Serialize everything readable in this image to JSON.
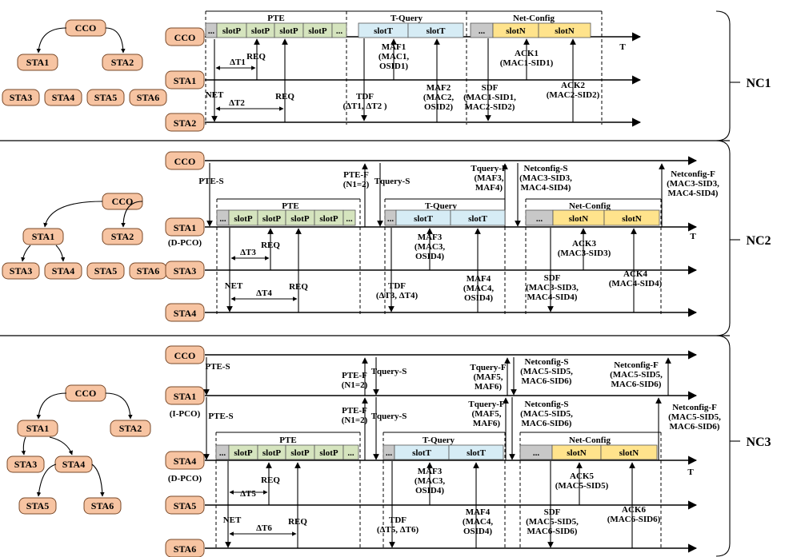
{
  "sections": [
    {
      "bracket_label": "NC1"
    },
    {
      "bracket_label": "NC2"
    },
    {
      "bracket_label": "NC3"
    }
  ],
  "tree_labels": [
    "CCO",
    "STA1",
    "STA2",
    "STA3",
    "STA4",
    "STA5",
    "STA6"
  ],
  "row_labels": {
    "cco": "CCO",
    "sta1": "STA1",
    "sta2": "STA2",
    "sta3": "STA3",
    "sta4": "STA4",
    "sta5": "STA5",
    "sta6": "STA6",
    "d_pco": "(D-PCO)",
    "i_pco": "(I-PCO)"
  },
  "phases": {
    "pte": "PTE",
    "tquery": "T-Query",
    "netconfig": "Net-Config"
  },
  "slots": {
    "ellipsis": "...",
    "slotp": "slotP",
    "slott": "slotT",
    "slotn": "slotN"
  },
  "time_label": "T",
  "colors": {
    "node": "#F7C4A2",
    "pte_slot": "#D5E4BE",
    "tquery_slot": "#D6ECF5",
    "netconfig_slot": "#FFE38C",
    "gray_slot": "#C8C8C8"
  },
  "nc1": {
    "dt1": "ΔT1",
    "dt2": "ΔT2",
    "req": "REQ",
    "net": "NET",
    "maf1": [
      "MAF1",
      "(MAC1,",
      "OSID1)"
    ],
    "maf2": [
      "MAF2",
      "(MAC2,",
      "OSID2)"
    ],
    "tdf": [
      "TDF",
      "(ΔT1, ΔT2 )"
    ],
    "ack1": [
      "ACK1",
      "(MAC1-SID1)"
    ],
    "sdf": [
      "SDF",
      "(MAC1-SID1,",
      "MAC2-SID2)"
    ],
    "ack2": [
      "ACK2",
      "(MAC2-SID2)"
    ]
  },
  "nc2": {
    "pte_s": "PTE-S",
    "pte_f": [
      "PTE-F",
      "(N1=2)"
    ],
    "tquery_s": "Tquery-S",
    "tquery_f": [
      "Tquery-F",
      "(MAF3,",
      "MAF4)"
    ],
    "netconfig_s": [
      "Netconfig-S",
      "(MAC3-SID3,",
      "MAC4-SID4)"
    ],
    "netconfig_f": [
      "Netconfig-F",
      "(MAC3-SID3,",
      "MAC4-SID4)"
    ],
    "dt3": "ΔT3",
    "dt4": "ΔT4",
    "req": "REQ",
    "net": "NET",
    "maf3": [
      "MAF3",
      "(MAC3,",
      "OSID4)"
    ],
    "maf4": [
      "MAF4",
      "(MAC4,",
      "OSID4)"
    ],
    "tdf": [
      "TDF",
      "(ΔT3, ΔT4)"
    ],
    "ack3": [
      "ACK3",
      "(MAC3-SID3)"
    ],
    "sdf": [
      "SDF",
      "(MAC3-SID3,",
      "MAC4-SID4)"
    ],
    "ack4": [
      "ACK4",
      "(MAC4-SID4)"
    ]
  },
  "nc3": {
    "pte_s": "PTE-S",
    "pte_f": [
      "PTE-F",
      "(N1=2)"
    ],
    "tquery_s": "Tquery-S",
    "tquery_f": [
      "Tquery-F",
      "(MAF5,",
      "MAF6)"
    ],
    "netconfig_s": [
      "Netconfig-S",
      "(MAC5-SID5,",
      "MAC6-SID6)"
    ],
    "netconfig_f": [
      "Netconfig-F",
      "(MAC5-SID5,",
      "MAC6-SID6)"
    ],
    "dt5": "ΔT5",
    "dt6": "ΔT6",
    "req": "REQ",
    "net": "NET",
    "maf3": [
      "MAF3",
      "(MAC3,",
      "OSID4)"
    ],
    "maf4": [
      "MAF4",
      "(MAC4,",
      "OSID4)"
    ],
    "tdf": [
      "TDF",
      "(ΔT5, ΔT6)"
    ],
    "ack5": [
      "ACK5",
      "(MAC5-SID5)"
    ],
    "sdf": [
      "SDF",
      "(MAC5-SID5,",
      "MAC6-SID6)"
    ],
    "ack6": [
      "ACK6",
      "(MAC6-SID6)"
    ]
  }
}
